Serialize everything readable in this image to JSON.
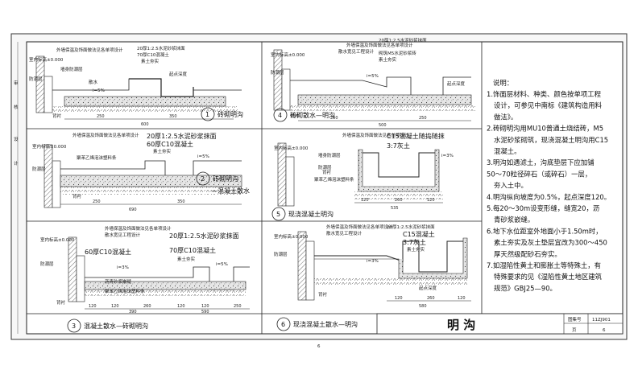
{
  "sheet": {
    "title": "明 沟",
    "atlas_label": "图集号",
    "atlas_no": "11ZJ901",
    "page_label": "页",
    "page_no": "6",
    "bottom_page": "6",
    "margin_marks": [
      "审",
      "核",
      "设",
      "计"
    ]
  },
  "details": [
    {
      "number": "1",
      "caption": "砖砌明沟",
      "labels": [
        "外墙保温及饰面做法见各单项设计",
        "20厚1:2.5水泥砂浆抹面",
        "70厚C10混凝土",
        "素土夯实",
        "室内标高±0.000",
        "墙身防潮层",
        "散水",
        "防潮层",
        "背衬",
        "起点深度",
        "i=5%"
      ],
      "dims": [
        "250",
        "350",
        "600"
      ]
    },
    {
      "number": "2",
      "caption": "砖砌明沟",
      "caption2": "—混凝土散水",
      "labels": [
        "外墙保温及饰面做法见各单项设计",
        "20厚1:2.5水泥砂浆抹面",
        "60厚C10混凝土",
        "素土夯实",
        "室内标高±0.000",
        "防潮层",
        "聚苯乙烯泡沫塑料条",
        "背衬",
        "i=5%"
      ],
      "dims": [
        "250",
        "350",
        "690"
      ]
    },
    {
      "number": "3",
      "caption": "混凝土散水—砖砌明沟",
      "labels": [
        "外墙保温及饰面做法见各单项设计",
        "散水宽见工程设计",
        "20厚1:2.5水泥砂浆抹面",
        "60厚C10混凝土",
        "70厚C10混凝土",
        "素土夯实",
        "室内标高±0.000",
        "防潮层",
        "聚苯乙烯泡沫塑料条",
        "沥青砂浆嵌缝",
        "背衬",
        "i=3%",
        "i=5%"
      ],
      "dims": [
        "120",
        "120",
        "260",
        "120",
        "120",
        "250",
        "390",
        "590"
      ]
    },
    {
      "number": "4",
      "caption": "砖砌散水—明沟",
      "labels": [
        "外墙保温及饰面做法见各单项设计",
        "散水宽见工程设计",
        "20厚1:2.5水泥砂浆抹面",
        "砌筑M5水泥砂浆砖",
        "素土夯实",
        "室内标高±0.000",
        "防潮层",
        "背衬",
        "起点深度",
        "i=5%"
      ],
      "dims": [
        "250",
        "250",
        "500"
      ]
    },
    {
      "number": "5",
      "caption": "现浇混凝土明沟",
      "labels": [
        "外墙保温及饰面做法见各单项设计",
        "C15混凝土随捣随抹",
        "3:7灰土",
        "墙身防潮层",
        "室内标高±0.000",
        "防潮层",
        "聚苯乙烯泡沫塑料条",
        "背衬",
        "i=3%"
      ],
      "dims": [
        "120",
        "260",
        "120",
        "535"
      ]
    },
    {
      "number": "6",
      "caption": "现浇混凝土散水—明沟",
      "labels": [
        "外墙保温及饰面做法见各单项设计",
        "散水宽见工程设计",
        "20厚1:2.5水泥砂浆抹面",
        "C15混凝土",
        "3:7灰土",
        "素土夯实",
        "室内标高±0.000",
        "防潮层",
        "起点深度",
        "背衬",
        "i=3%"
      ],
      "dims": [
        "120",
        "260",
        "120",
        "580"
      ]
    }
  ],
  "notes": {
    "heading": "说明：",
    "lines": [
      "1.饰面层材料、种类、颜色按单项工程",
      "设计，可参见中南标《建筑构造用料",
      "做法》。",
      "2.砖砌明沟用MU10普通土烧结砖，M5",
      "水泥砂浆砌筑，现浇混凝土明沟用C15",
      "混凝土。",
      "3.明沟如遇滤土，沟底垫层下应加铺",
      "50～70粒径碎石（或碎石）一层，",
      "夯入土中。",
      "4.明沟纵向坡度为0.5%，起点深度120。",
      "5.每20～30m设变形缝，缝宽20，沥",
      "青砂浆嵌缝。",
      "6.地下水位距室外地面小于1.50m时，",
      "素土夯实及灰土垫层宜改为300～450",
      "厚天然级配砂石夯实。",
      "7.如湿陷性黄土和膨胀土等特殊土，有",
      "特殊要求的见《湿陷性黄土地区建筑",
      "规范》GBJ25—90。"
    ]
  }
}
